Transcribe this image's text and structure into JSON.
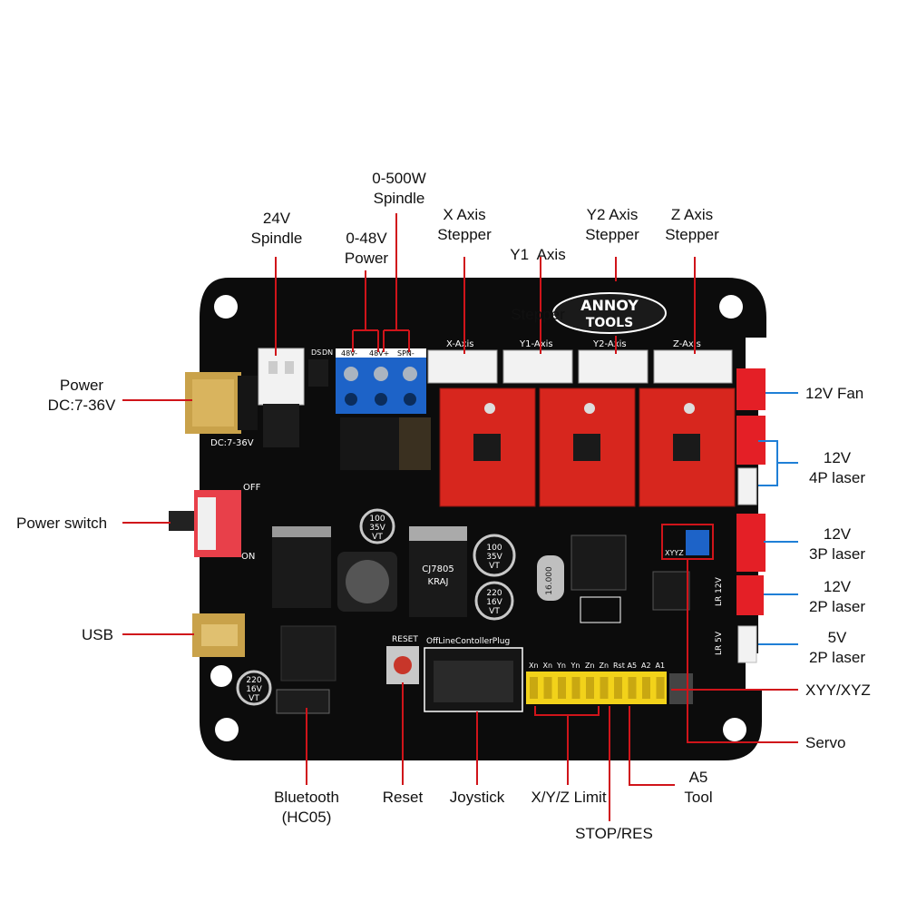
{
  "colors": {
    "pcb": "#0c0c0c",
    "callout_red": "#d0141a",
    "callout_blue": "#1f7fd6",
    "stepper_driver": "#d7261e",
    "header_yellow": "#f2d21a",
    "terminal_blue": "#1d63c8",
    "connector_red": "#e41f26",
    "connector_white": "#f2f2f2"
  },
  "brand": {
    "line1": "ANNOY",
    "line2": "TOOLS"
  },
  "callouts": {
    "top": {
      "spindle_24v": [
        "24V",
        "Spindle"
      ],
      "power_0_48v": [
        "0-48V",
        "Power"
      ],
      "spindle_0_500w": [
        "0-500W",
        "Spindle"
      ],
      "x_axis": [
        "X Axis",
        "Stepper"
      ],
      "y1_axis": [
        "Y1  Axis",
        "Stepper"
      ],
      "y2_axis": [
        "Y2 Axis",
        "Stepper"
      ],
      "z_axis": [
        "Z Axis",
        "Stepper"
      ]
    },
    "left": {
      "power_dc": [
        "Power",
        "DC:7-36V"
      ],
      "power_switch": "Power switch",
      "usb": "USB"
    },
    "right": {
      "fan_12v": "12V Fan",
      "laser_4p": [
        "12V",
        "4P laser"
      ],
      "laser_3p": [
        "12V",
        "3P laser"
      ],
      "laser_2p_12v": [
        "12V",
        "2P laser"
      ],
      "laser_2p_5v": [
        "5V",
        "2P laser"
      ],
      "xyy_xyz": "XYY/XYZ",
      "servo": "Servo"
    },
    "bottom": {
      "bluetooth": [
        "Bluetooth",
        "(HC05)"
      ],
      "reset": "Reset",
      "joystick": "Joystick",
      "limit": "X/Y/Z Limit",
      "a5_tool": [
        "A5",
        "Tool"
      ],
      "stop_res": "STOP/RES"
    }
  },
  "silkscreen": {
    "dc_jack": "DC:7-36V",
    "x_axis": "X-Axis",
    "y1_axis": "Y1-Axis",
    "y2_axis": "Y2-Axis",
    "z_axis": "Z-Axis",
    "terminal": [
      "48V-",
      "48V+",
      "SPN-"
    ],
    "ds": "DS",
    "dn": "DN",
    "off": "OFF",
    "on": "ON",
    "reset": "RESET",
    "offline_plug": "OffLineContollerPlug",
    "header_pins": [
      "Xn",
      "Xn",
      "Yn",
      "Yn",
      "Zn",
      "Zn",
      "Rst",
      "A5",
      "A2",
      "A1"
    ],
    "cap_100": [
      "100",
      "35V",
      "VT"
    ],
    "cap_220": [
      "220",
      "16V",
      "VT"
    ],
    "cap_220_big": [
      "220",
      "16V",
      "VT"
    ],
    "cap_100_b": [
      "100",
      "35V",
      "VT"
    ],
    "regulator": [
      "CJ7805",
      "KRAJ"
    ],
    "crystal": "16.000",
    "xyyz": "XYYZ",
    "lr12v": "LR 12V",
    "lr5v": "LR 5V"
  }
}
